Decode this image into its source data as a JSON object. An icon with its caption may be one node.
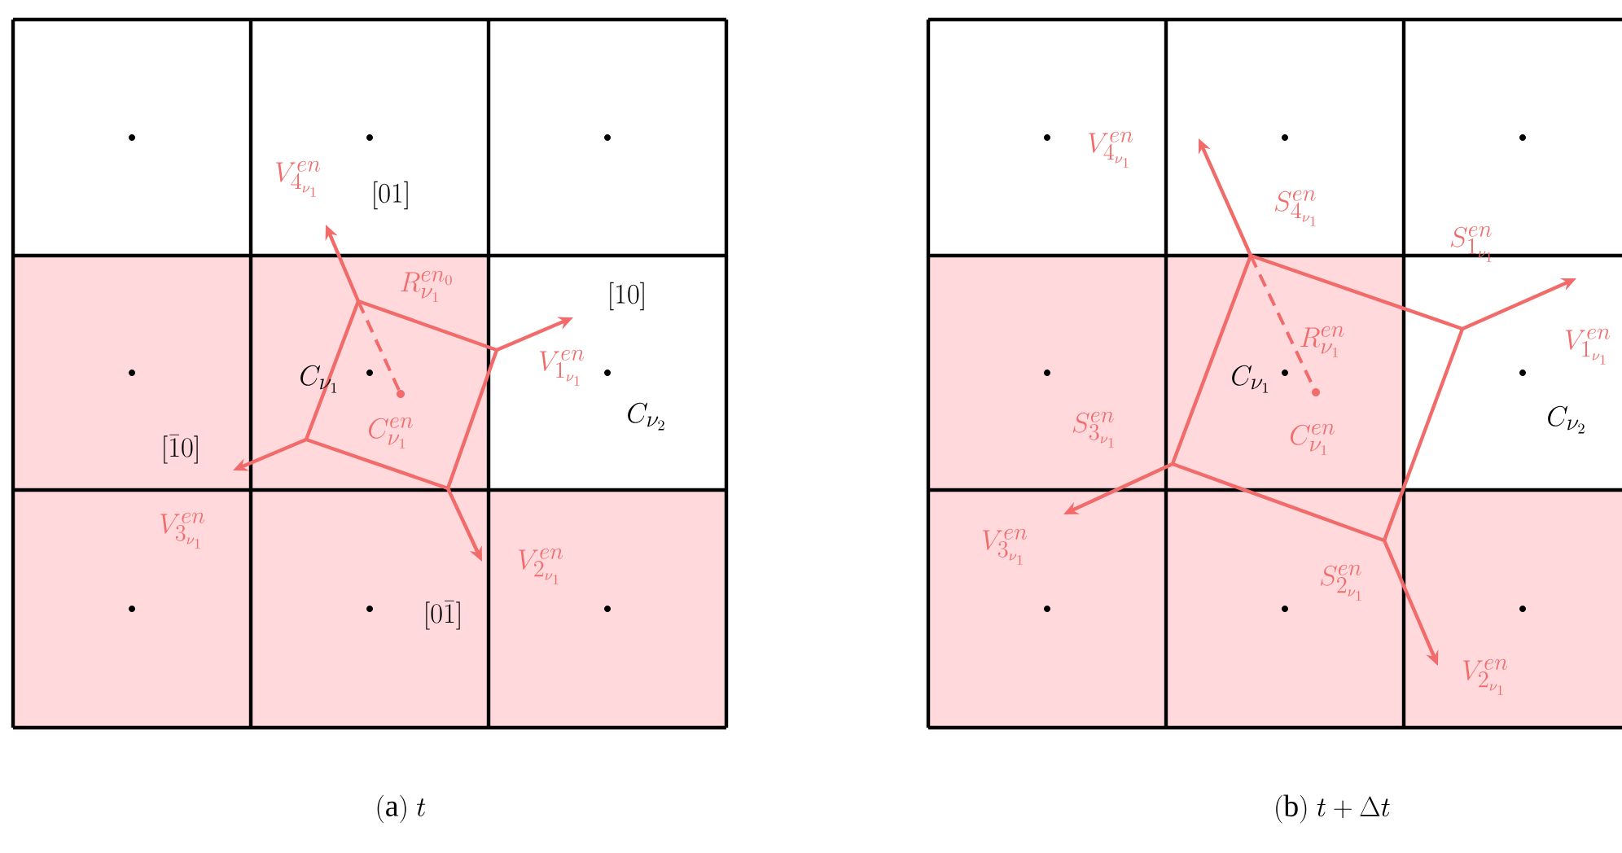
{
  "diagram": {
    "labels": [
      "V_{4_{\\nu_1}}^{en}",
      "[01]",
      "R_{\\nu_1}^{en_0}",
      "[10]",
      "C_{\\nu_1}",
      "V_{1_{\\nu_1}}^{en}",
      "C_{\\nu_2}",
      "[\\bar{1}0]",
      "C_{\\nu_1}^{en}",
      "V_{3_{\\nu_1}}^{en}",
      "V_{2_{\\nu_1}}^{en}",
      "[0\\bar{1}]",
      "\\mathrm{(a)}\\ t",
      "V_{4_{\\nu_1}}^{en}",
      "S_{4_{\\nu_1}}^{en}",
      "S_{1_{\\nu_1}}^{en}",
      "V_{1_{\\nu_1}}^{en}",
      "R_{\\nu_1}^{en}",
      "C_{\\nu_1}",
      "C_{\\nu_2}",
      "S_{3_{\\nu_1}}^{en}",
      "C_{\\nu_1}^{en}",
      "V_{3_{\\nu_1}}^{en}",
      "S_{2_{\\nu_1}}^{en}",
      "V_{2_{\\nu_1}}^{en}",
      "\\mathrm{(b)}\\ t+\\Delta t"
    ]
  }
}
